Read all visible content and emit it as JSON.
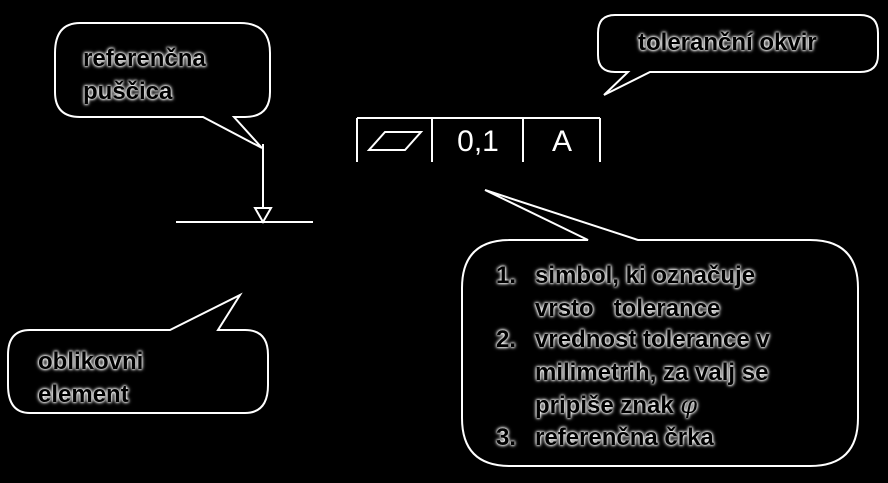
{
  "colors": {
    "background": "#000000",
    "callout_fill": "#000000",
    "callout_stroke": "#ffffff",
    "frame_stroke": "#ffffff",
    "callout_text": "#000000",
    "callout_text_halo": "#ffffff",
    "frame_text": "#ffffff"
  },
  "callouts": {
    "datum_arrow": {
      "line1": "referenčna",
      "line2": "puščica"
    },
    "tolerance_frame": {
      "text": "toleranční okvir"
    },
    "feature_element": {
      "line1": "oblikovni",
      "line2": "element"
    },
    "legend": {
      "items": [
        {
          "number": "1.",
          "lines": [
            "simbol, ki označuje",
            "vrsto   tolerance"
          ]
        },
        {
          "number": "2.",
          "lines": [
            "vrednost tolerance v",
            "milimetrih, za valj se",
            "pripiše znak"
          ],
          "symbol": "φ"
        },
        {
          "number": "3.",
          "lines": [
            "referenčna črka"
          ]
        }
      ]
    }
  },
  "tolerance_frame": {
    "symbol": "parallelogram-flatness-icon",
    "value": "0,1",
    "datum": "A"
  }
}
